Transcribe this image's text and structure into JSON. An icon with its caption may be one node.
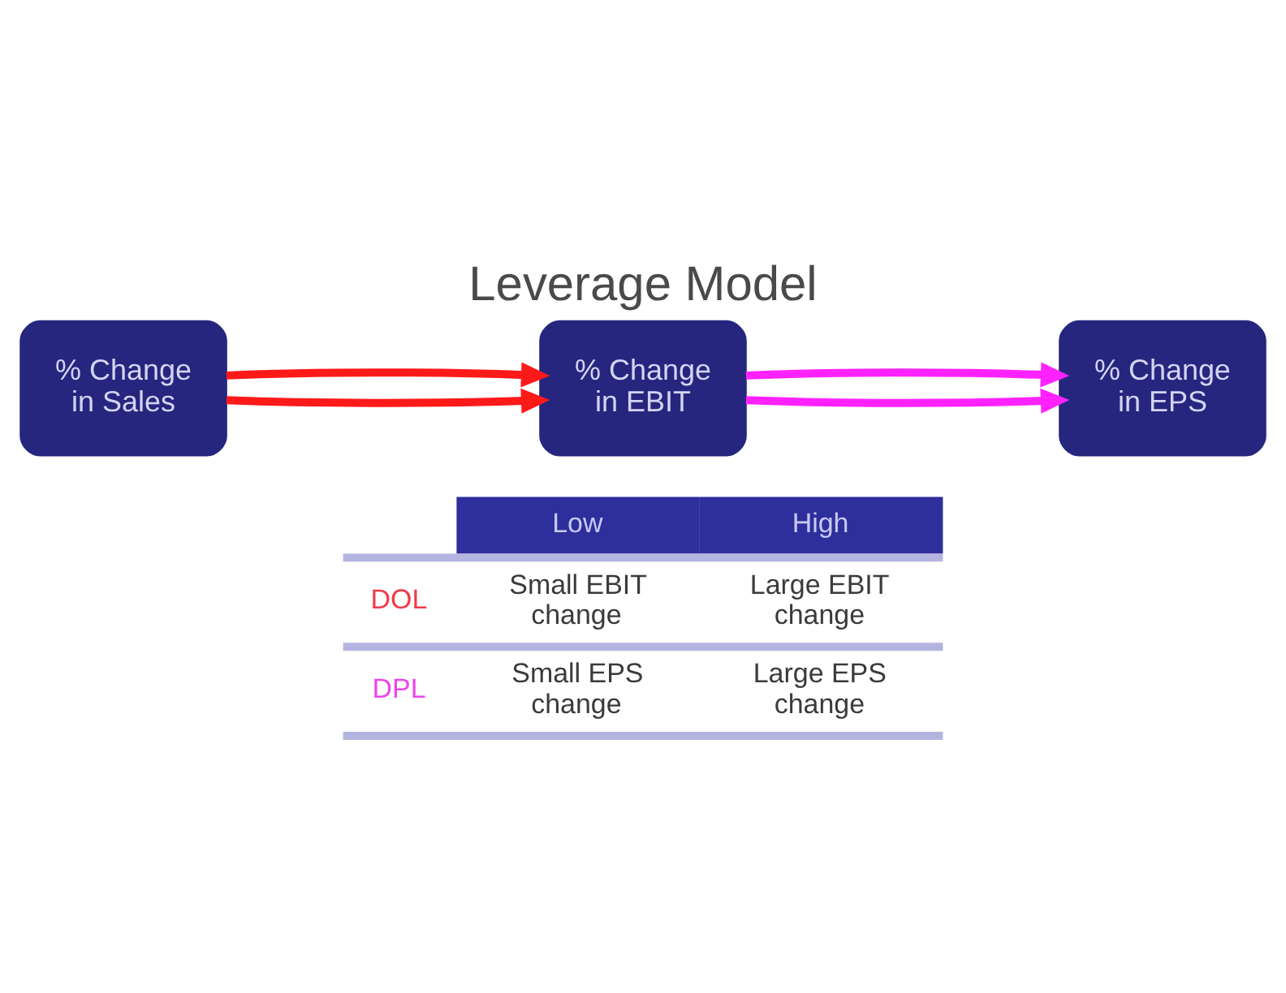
{
  "diagram": {
    "title": "Leverage Model",
    "nodes": [
      {
        "text": [
          "% Change in Sales"
        ]
      },
      {
        "text": [
          "% Change in EBIT"
        ]
      },
      {
        "text": [
          "% Change in EPS"
        ]
      }
    ],
    "edges": [
      {
        "from": 0,
        "to": 1,
        "arrow": "to",
        "color": "#ff1a1a"
      },
      {
        "from": 0,
        "to": 1,
        "arrow": "to",
        "color": "#ff1a1a"
      },
      {
        "from": 1,
        "to": 2,
        "arrow": "to",
        "color": "#ff22ff"
      },
      {
        "from": 1,
        "to": 2,
        "arrow": "to",
        "color": "#ff22ff"
      }
    ],
    "labels": [
      "Low",
      "High",
      "DOL",
      "Small EBIT change",
      "Large EBIT change",
      "DPL",
      "Small EPS change",
      "Large EPS change"
    ]
  }
}
